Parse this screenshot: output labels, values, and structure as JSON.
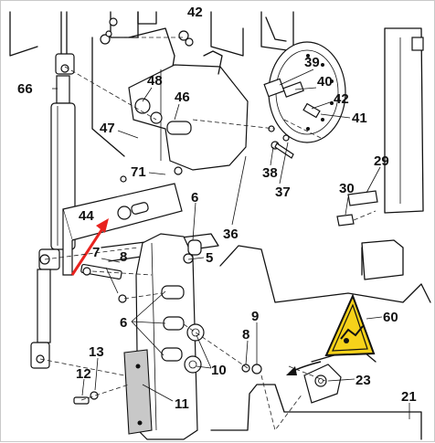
{
  "diagram": {
    "callouts": [
      {
        "id": "c42a",
        "text": "42"
      },
      {
        "id": "c66",
        "text": "66"
      },
      {
        "id": "c48",
        "text": "48"
      },
      {
        "id": "c46",
        "text": "46"
      },
      {
        "id": "c47",
        "text": "47"
      },
      {
        "id": "c71",
        "text": "71"
      },
      {
        "id": "c44",
        "text": "44"
      },
      {
        "id": "c39",
        "text": "39"
      },
      {
        "id": "c40",
        "text": "40"
      },
      {
        "id": "c42b",
        "text": "42"
      },
      {
        "id": "c41",
        "text": "41"
      },
      {
        "id": "c38",
        "text": "38"
      },
      {
        "id": "c37",
        "text": "37"
      },
      {
        "id": "c36",
        "text": "36"
      },
      {
        "id": "c29",
        "text": "29"
      },
      {
        "id": "c30",
        "text": "30"
      },
      {
        "id": "c6a",
        "text": "6"
      },
      {
        "id": "c5",
        "text": "5"
      },
      {
        "id": "c7",
        "text": "7"
      },
      {
        "id": "c8a",
        "text": "8"
      },
      {
        "id": "c6b",
        "text": "6"
      },
      {
        "id": "c60",
        "text": "60"
      },
      {
        "id": "c8b",
        "text": "8"
      },
      {
        "id": "c9",
        "text": "9"
      },
      {
        "id": "c10",
        "text": "10"
      },
      {
        "id": "c23",
        "text": "23"
      },
      {
        "id": "c13",
        "text": "13"
      },
      {
        "id": "c12",
        "text": "12"
      },
      {
        "id": "c11",
        "text": "11"
      },
      {
        "id": "c21",
        "text": "21"
      }
    ],
    "colors": {
      "arrow": "#e8231f",
      "warning": "#f6d21a",
      "line": "#111111",
      "shade": "#c8c8c8"
    }
  }
}
